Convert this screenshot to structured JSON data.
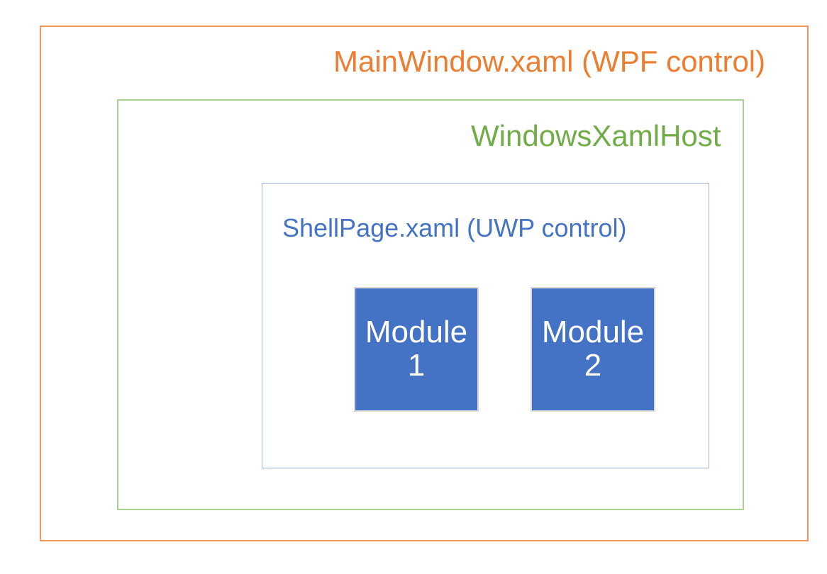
{
  "diagram": {
    "outer_box": {
      "label": "MainWindow.xaml (WPF control)",
      "text_color": "#ED7D31",
      "border_color": "#F1975A"
    },
    "middle_box": {
      "label": "WindowsXamlHost",
      "text_color": "#70AD47",
      "border_color": "#A9D18E"
    },
    "inner_box": {
      "label": "ShellPage.xaml (UWP control)",
      "text_color": "#4472C4",
      "border_color": "#9FB6DF"
    },
    "modules": [
      {
        "line1": "Module",
        "line2": "1",
        "fill_color": "#4472C4",
        "text_color": "#FFFFFF",
        "border_color": "#D9D9D9"
      },
      {
        "line1": "Module",
        "line2": "2",
        "fill_color": "#4472C4",
        "text_color": "#FFFFFF",
        "border_color": "#D9D9D9"
      }
    ],
    "background_color": "#FFFFFF"
  }
}
